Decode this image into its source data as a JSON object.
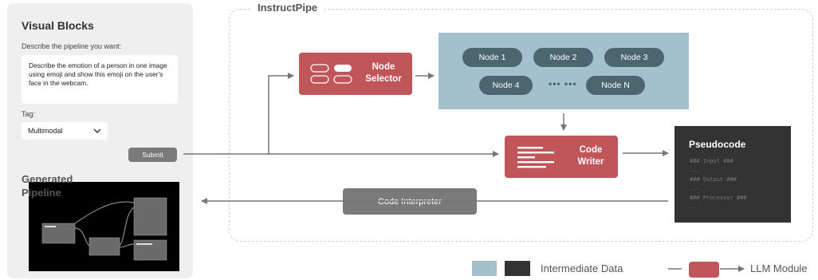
{
  "left_panel": {
    "title": "Visual Blocks",
    "describe_label": "Describe the pipeline you want:",
    "prompt_text": "Describe the emotion of a person in one image using emoji and show this emoji on the user's face in the webcam.",
    "tag_label": "Tag:",
    "tag_value": "Multimodal",
    "submit_label": "Submit",
    "generated_title": "Generated Pipeline"
  },
  "pipe": {
    "title": "InstructPipe",
    "node_selector_label": "Node Selector",
    "code_writer_label": "Code Writer",
    "nodes": [
      "Node 1",
      "Node 2",
      "Node 3",
      "Node 4",
      "Node N"
    ],
    "nodes_ellipsis": "••• •••",
    "pseudocode_title": "Pseudocode",
    "pseudocode_lines": [
      "### Input ###",
      "...",
      "### Output ###",
      "...",
      "### Processor ###",
      "..."
    ],
    "interpreter_label": "Code Interpreter"
  },
  "legend": {
    "intermediate_label": "Intermediate Data",
    "llm_label": "LLM Module"
  },
  "colors": {
    "llm_module": "#c0565a",
    "intermediate_light": "#a4c0cc",
    "intermediate_dark": "#333333",
    "node_pill": "#4c6670",
    "interpreter": "#7a7a7a"
  }
}
